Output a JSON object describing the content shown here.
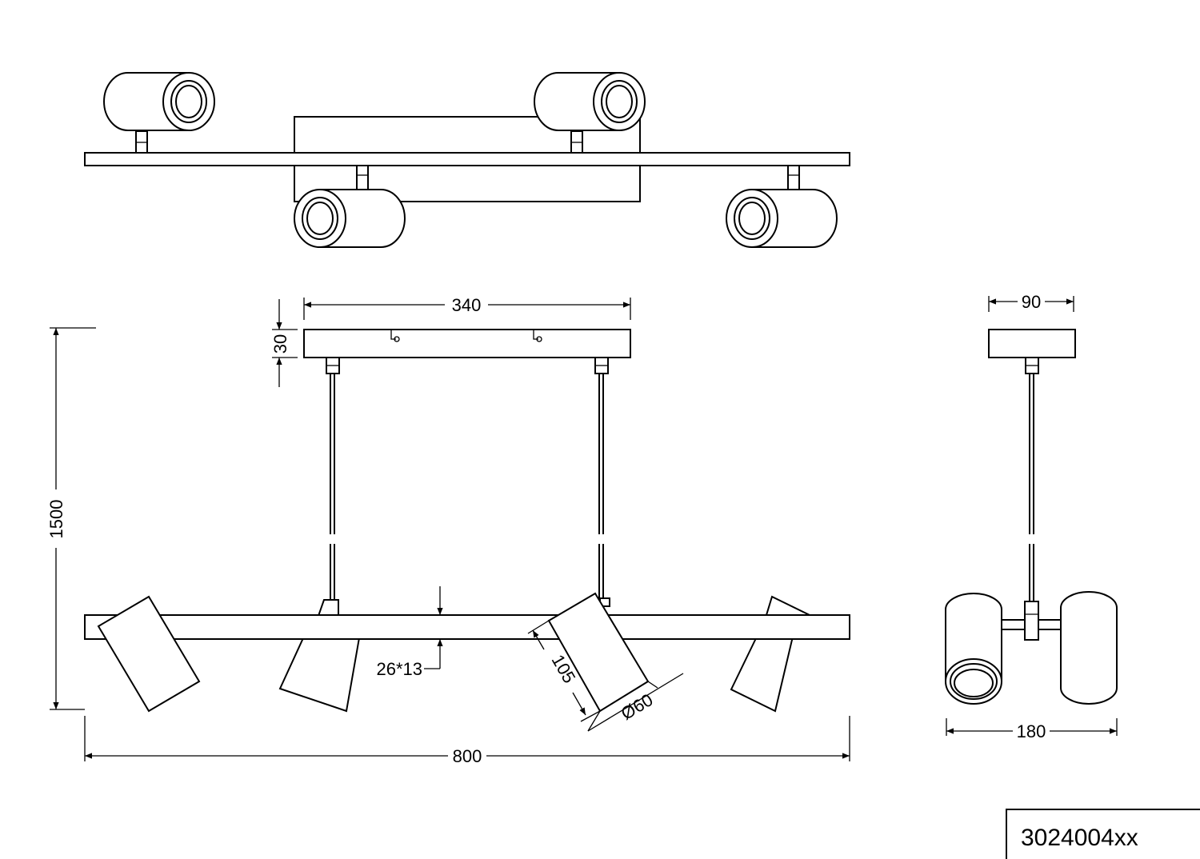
{
  "dimensions": {
    "canopy_length": "340",
    "canopy_height": "30",
    "overall_height": "1500",
    "overall_length": "800",
    "bar_section": "26*13",
    "spot_length": "105",
    "spot_diameter": "Ø60",
    "canopy_depth": "90",
    "overall_depth": "180"
  },
  "article_number": "3024004xx"
}
